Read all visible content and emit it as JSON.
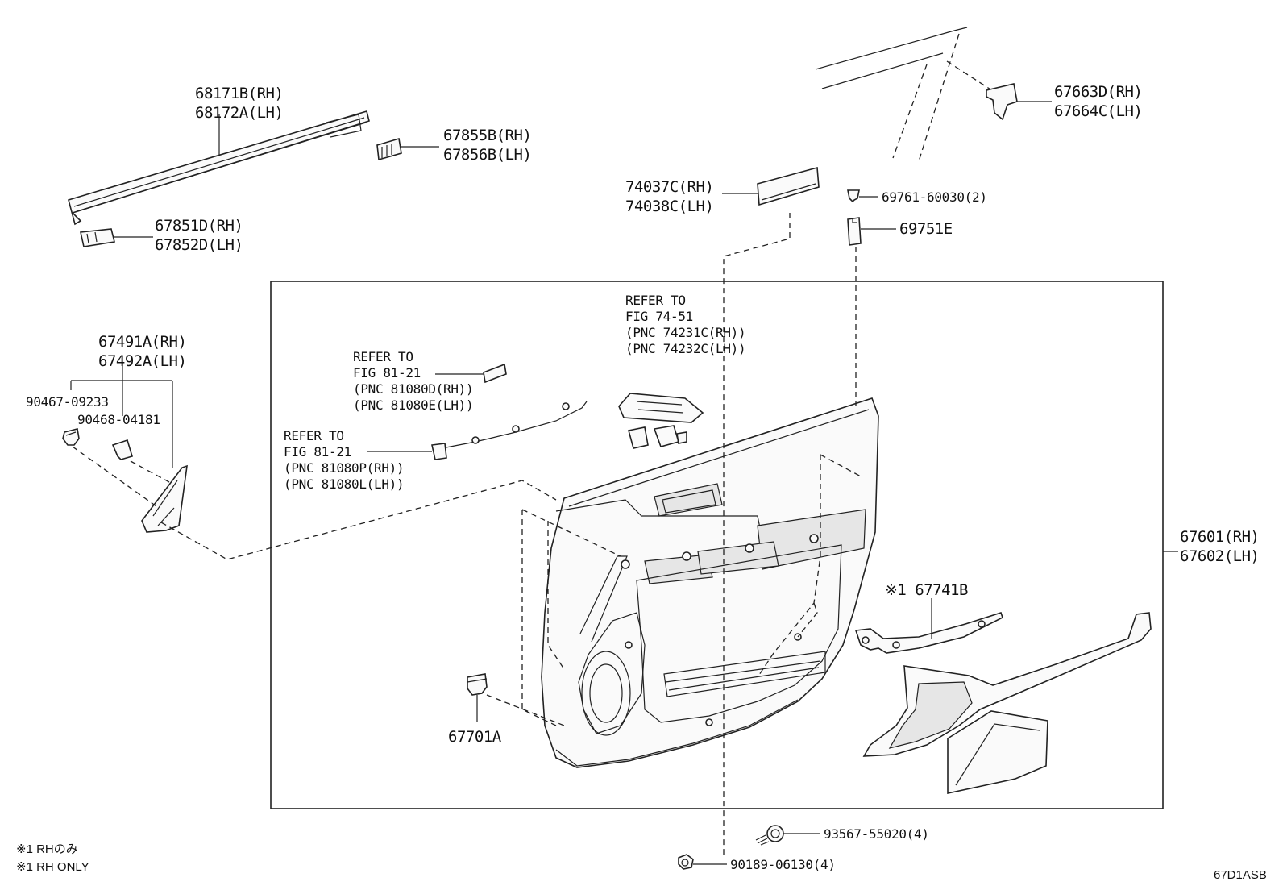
{
  "labels": {
    "p68171_rh": "68171B(RH)",
    "p68172_lh": "68172A(LH)",
    "p67855_rh": "67855B(RH)",
    "p67856_lh": "67856B(LH)",
    "p67851_rh": "67851D(RH)",
    "p67852_lh": "67852D(LH)",
    "p67663_rh": "67663D(RH)",
    "p67664_lh": "67664C(LH)",
    "p74037_rh": "74037C(RH)",
    "p74038_lh": "74038C(LH)",
    "p69761": "69761-60030(2)",
    "p69751": "69751E",
    "p67491_rh": "67491A(RH)",
    "p67492_lh": "67492A(LH)",
    "p90467": "90467-09233",
    "p90468": "90468-04181",
    "p67601_rh": "67601(RH)",
    "p67602_lh": "67602(LH)",
    "p67741": "※1 67741B",
    "p67701": "67701A",
    "p93567": "93567-55020(4)",
    "p90189": "90189-06130(4)"
  },
  "references": {
    "ref_74": [
      "REFER TO",
      "FIG 74-51",
      "(PNC 74231C(RH))",
      "(PNC 74232C(LH))"
    ],
    "ref_81a": [
      "REFER TO",
      "FIG 81-21",
      "(PNC 81080D(RH))",
      "(PNC 81080E(LH))"
    ],
    "ref_81b": [
      "REFER TO",
      "FIG 81-21",
      "(PNC 81080P(RH))",
      "(PNC 81080L(LH))"
    ]
  },
  "footnotes": {
    "jp": "※1 RHのみ",
    "en": "※1 RH ONLY"
  },
  "figure_code": "67D1ASB"
}
